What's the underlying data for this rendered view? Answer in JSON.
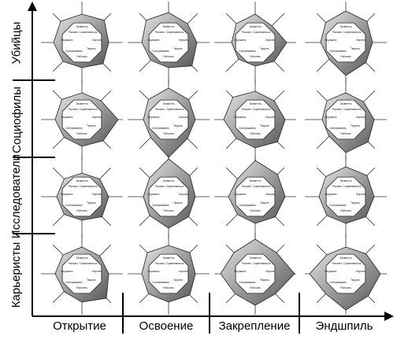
{
  "rows": [
    "Убийцы",
    "Социофилы",
    "Исследователи",
    "Карьеристы"
  ],
  "columns": [
    "Открытие",
    "Освоение",
    "Закрепление",
    "Эндшпиль"
  ],
  "node_labels": [
    "Захватить",
    "Соревноваться",
    "Рыскать",
    "Изучать",
    "Выражать",
    "Творить",
    "Сопереживать",
    "Работать"
  ],
  "colors": {
    "outer_dark": "#555555",
    "outer_light": "#e6e6e6",
    "octagon_fill": "#ffffff",
    "axis": "#000000",
    "spokes": "#333333"
  }
}
